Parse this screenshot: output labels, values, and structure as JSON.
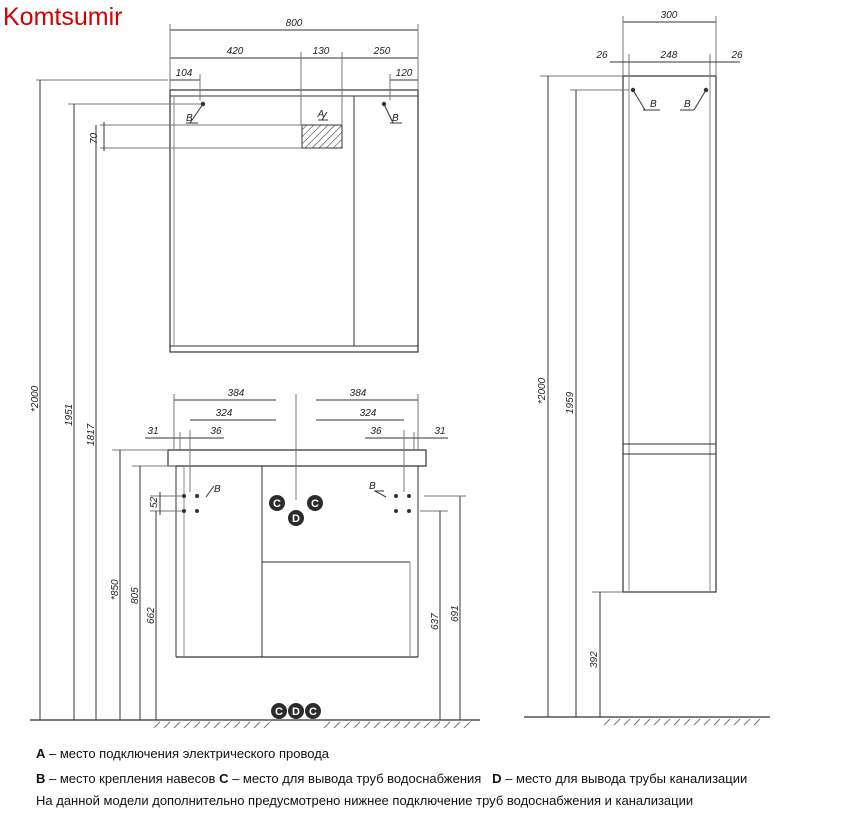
{
  "brand": {
    "text": "Komtsumir",
    "color": "#d20000"
  },
  "mirror": {
    "dims": {
      "width": "800",
      "left": "420",
      "middle": "130",
      "right": "250",
      "hook_left": "104",
      "hook_right": "120",
      "socket": "70"
    },
    "labels": {
      "a": "A",
      "b": "B"
    }
  },
  "vanity": {
    "dims": {
      "left_outer": "384",
      "right_outer": "384",
      "left_inner": "324",
      "right_inner": "324",
      "edge_left": "31",
      "edge_right": "31",
      "hole_left": "36",
      "hole_right": "36",
      "hole_gap": "52"
    },
    "labels": {
      "b": "B",
      "c": "C",
      "d": "D"
    }
  },
  "heights": {
    "total": "*2000",
    "h1951": "1951",
    "h1817": "1817",
    "h850": "*850",
    "h805": "805",
    "h662": "662",
    "h637": "637",
    "h691": "691"
  },
  "column": {
    "dims": {
      "width": "300",
      "inner": "248",
      "side_left": "26",
      "side_right": "26",
      "total": "*2000",
      "h1959": "1959",
      "h392": "392"
    },
    "labels": {
      "b": "B"
    }
  },
  "legend": {
    "a_key": "A",
    "a_text": " – место подключения электрического провода",
    "b_key": "B",
    "b_text": " – место крепления навесов ",
    "c_key": "C",
    "c_text": " – место для вывода труб водоснабжения",
    "d_key": "D",
    "d_text": " – место для вывода трубы канализации",
    "note": "На данной модели дополнительно предусмотрено нижнее подключение труб водоснабжения и канализации"
  },
  "colors": {
    "line": "#333333",
    "marker": "#2b2b2b",
    "brand": "#d20000"
  }
}
